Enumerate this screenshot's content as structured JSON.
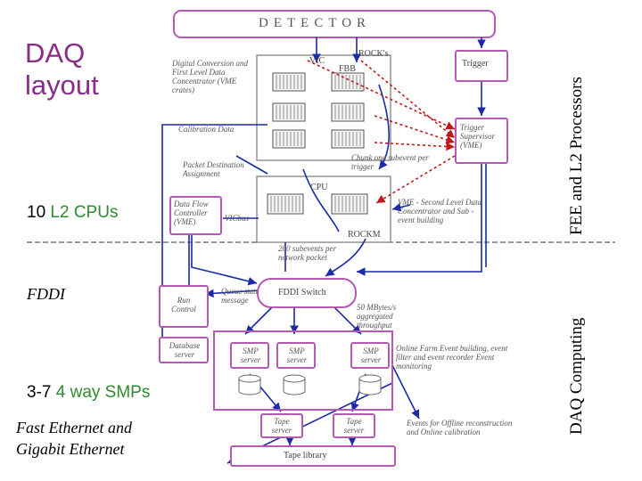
{
  "slide": {
    "title": "DAQ layout",
    "label_l2": {
      "count": "10 ",
      "text": "L2 CPUs"
    },
    "label_fddi": "FDDI",
    "label_smp": {
      "count": "3-7 ",
      "text": "4 way SMPs"
    },
    "label_ethernet": "Fast Ethernet and Gigabit Ethernet",
    "side_fee": "FEE and L2 Processors",
    "side_daq": "DAQ Computing"
  },
  "diagram": {
    "detector": "DETECTOR",
    "digital_conversion": "Digital Conversion and First Level Data Concentrator (VME crates)",
    "vic": "VIC",
    "rocks": "ROCK's",
    "fbb": "FBB",
    "trigger": "Trigger",
    "trigger_supervisor": "Trigger Supervisor (VME)",
    "calibration": "Calibration Data",
    "subevent": "Chunk one subevent per trigger",
    "packet_destination": "Packet Destination Assignment",
    "cpu": "CPU",
    "dataflow": "Data Flow Controller (VME)",
    "vicbus": "VICbus",
    "vme_second": "VME - Second Level Data Concentrator and Sub - event building",
    "rockm": "ROCKM",
    "subevents_packet": "200 subevents per network packet",
    "run_control": "Run Control",
    "queue_status": "Queue status message",
    "fddi_switch": "FDDI Switch",
    "throughput": "50 MBytes/s aggregated throughput",
    "database": "Database server",
    "smp_server": "SMP server",
    "online_farm": "Online Farm Event building, event filter and event recorder Event monitoring",
    "tape_server": "Tape server",
    "events_offline": "Events for Offline reconstruction and Online calibration",
    "tape_library": "Tape library"
  },
  "colors": {
    "title": "#8B2C8B",
    "accent_green": "#2E8B2E",
    "box_border": "#b45ab4",
    "arrow_blue": "#1a2aa8",
    "arrow_red": "#c01818"
  }
}
